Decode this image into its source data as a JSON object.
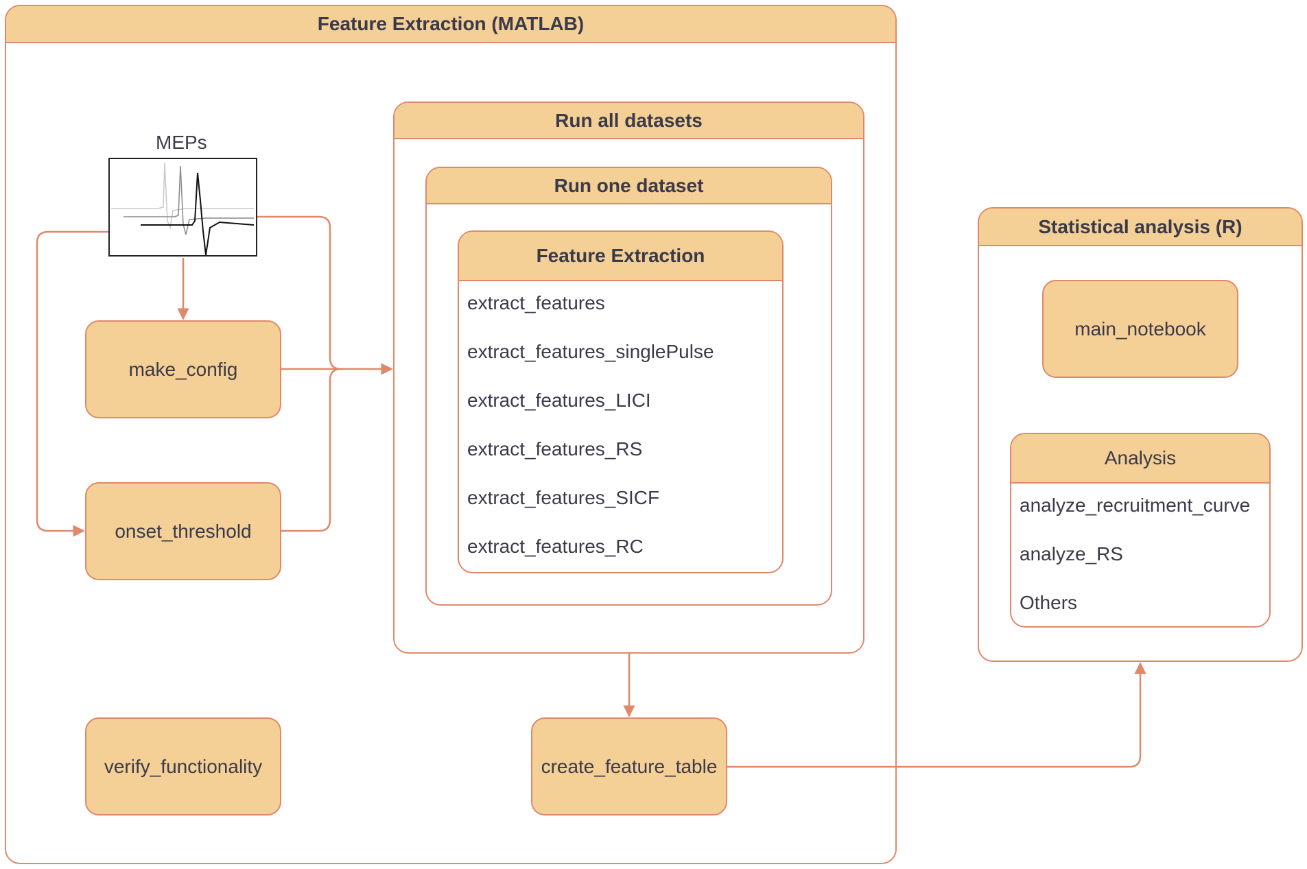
{
  "matlab_panel": {
    "title": "Feature Extraction (MATLAB)"
  },
  "meps": {
    "label": "MEPs"
  },
  "nodes": {
    "make_config": "make_config",
    "onset_threshold": "onset_threshold",
    "verify_functionality": "verify_functionality",
    "create_feature_table": "create_feature_table",
    "main_notebook": "main_notebook"
  },
  "run_all": {
    "title": "Run all datasets"
  },
  "run_one": {
    "title": "Run one dataset"
  },
  "feature_extraction": {
    "title": "Feature Extraction",
    "items": [
      "extract_features",
      "extract_features_singlePulse",
      "extract_features_LICI",
      "extract_features_RS",
      "extract_features_SICF",
      "extract_features_RC"
    ]
  },
  "stats_panel": {
    "title": "Statistical analysis (R)"
  },
  "analysis": {
    "title": "Analysis",
    "items": [
      "analyze_recruitment_curve",
      "analyze_RS",
      "Others"
    ]
  },
  "colors": {
    "box_fill": "#f4cf96",
    "stroke": "#e0896a",
    "text": "#3a3a4a"
  }
}
